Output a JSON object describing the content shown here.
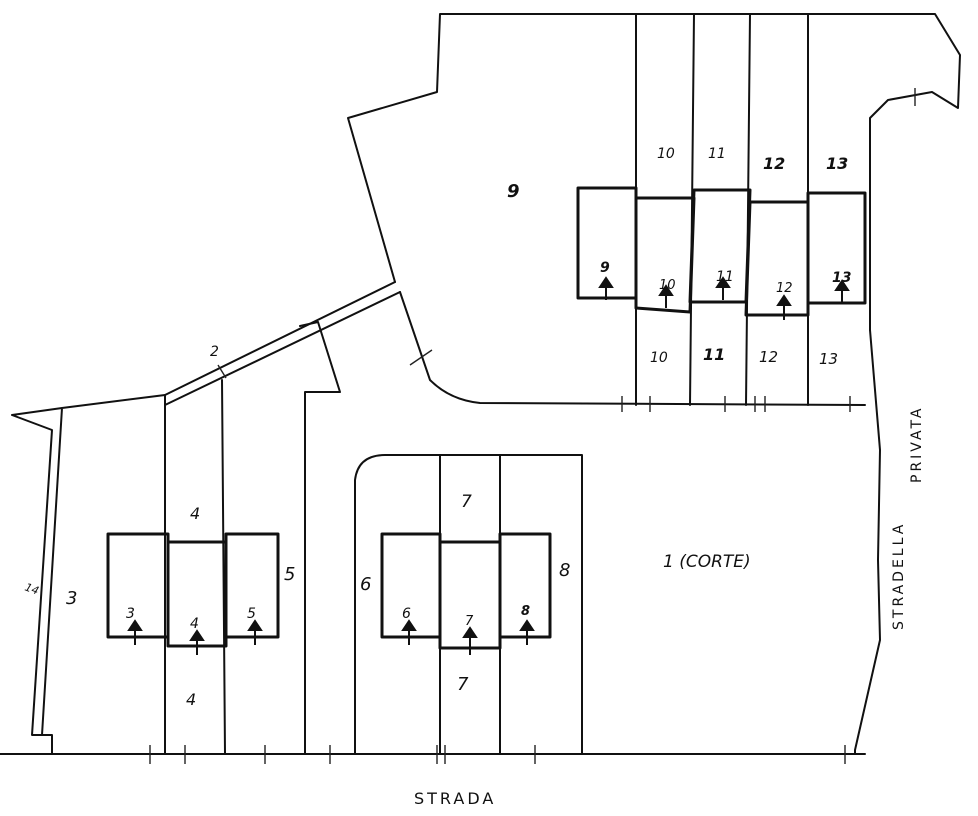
{
  "labels": {
    "parcel_1": "1 (CORTE)",
    "parcel_2": "2",
    "parcel_3": "3",
    "parcel_4_top": "4",
    "parcel_4_bottom": "4",
    "parcel_5": "5",
    "parcel_6": "6",
    "parcel_7_top": "7",
    "parcel_7_bottom": "7",
    "parcel_8": "8",
    "parcel_9": "9",
    "parcel_10_top": "10",
    "parcel_11_top": "11",
    "parcel_12_top": "12",
    "parcel_13_top": "13",
    "parcel_10_bottom": "10",
    "parcel_11_bottom": "11",
    "parcel_12_bottom": "12",
    "parcel_13_bottom": "13",
    "parcel_14": "14",
    "unit_3": "3",
    "unit_4": "4",
    "unit_5": "5",
    "unit_6": "6",
    "unit_7": "7",
    "unit_8": "8",
    "unit_9": "9",
    "unit_10": "10",
    "unit_11": "11",
    "unit_12": "12",
    "unit_13": "13",
    "road_strada": "STRADA",
    "road_stradella": "STRADELLA",
    "road_privata": "PRIVATA"
  }
}
